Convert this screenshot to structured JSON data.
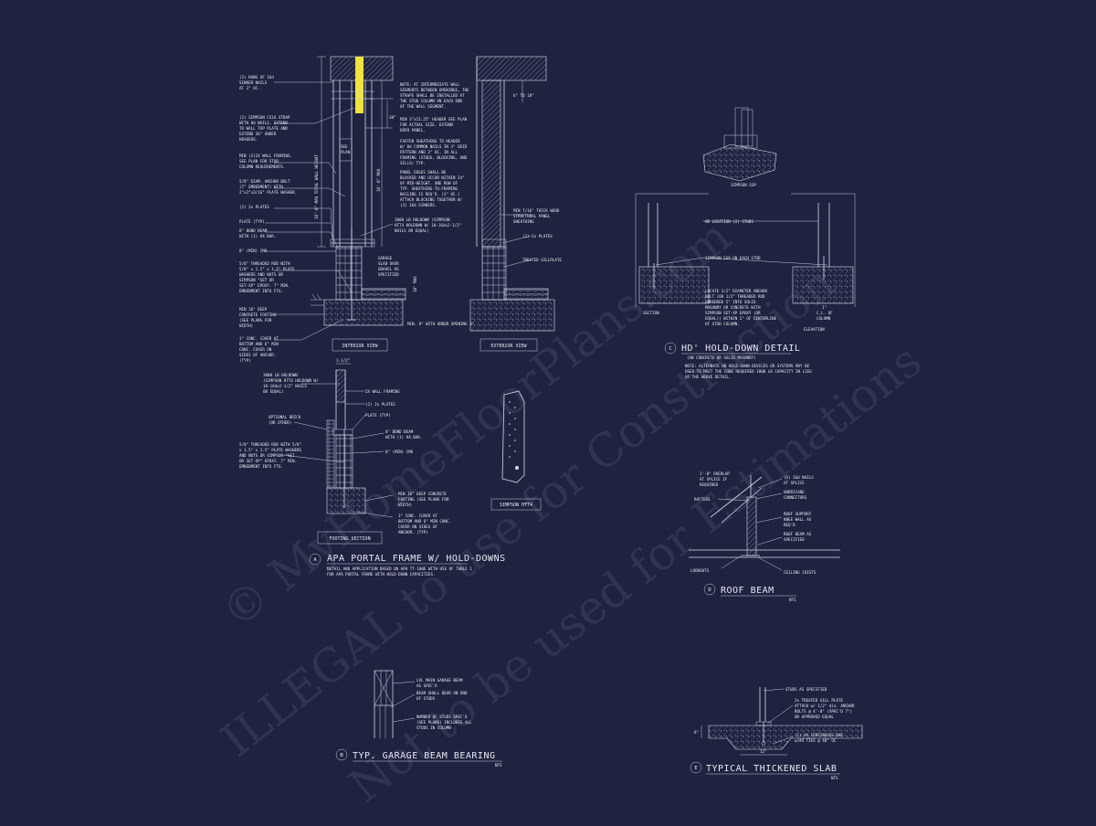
{
  "detail_a": {
    "interior_view": "INTERIOR VIEW",
    "exterior_view": "EXTERIOR VIEW",
    "footing_section": "FOOTING SECTION",
    "simpson_htt4": "SIMPSON HTT4",
    "letter": "A",
    "title": "APA PORTAL FRAME W/ HOLD-DOWNS",
    "note1": "DETAIL AND APPLICATION BASED ON APA TT-100E WITH USE OF TABLE 1",
    "note2": "FOR APA PORTAL FRAME WITH HOLD-DOWN CAPACITIES.",
    "left_notes": [
      "(2) ROWS OF 16d",
      "SINKER NAILS",
      "AT 3\" OC.",
      "(2) SIMPSON CS16 STRAP",
      "WITH 8d NAILS. EXTEND",
      "TO WALL TOP PLATE AND",
      "EXTEND 36\" UNDER",
      "HEADERS.",
      "MIN (2)2X WALL FRAMING.",
      "SEE PLAN FOR STUD",
      "COLUMN REQUIREMENTS.",
      "5/8\" DIAM. ANCHOR BOLT",
      "(7\" EMBEDMENT) WITH",
      "2\"x2\"x3/16\" PLATE WASHER.",
      "(2) 2x PLATES",
      "PLATE (TYP)",
      "8\" BOND BEAM",
      "WITH (1) #4 BAR.",
      "8\" (MIN) CMU",
      "5/8\" THREADED ROD WITH",
      "5/8\" x 1.5\" x 1.5\" PLATE",
      "WASHERS AND NUTS OR",
      "SIMPSON \"SET OR",
      "SET-XP\" EPOXY. 7\" MIN.",
      "EMBEDMENT INTO FTG.",
      "MIN 16\" DEEP",
      "CONCRETE FOOTING",
      "(SEE PLANS FOR",
      "WIDTH)",
      "3\" CONC. COVER AT",
      "BOTTOM AND 6\" MIN",
      "CONC. COVER ON",
      "SIDES OF ANCHOR.",
      "(TYP)"
    ],
    "mid_notes": [
      "NOTE: AT INTERMEDIATE WALL",
      "SEGMENTS BETWEEN OPENINGS, THE",
      "STRAPS SHALL BE INSTALLED AT",
      "THE STUD COLUMN ON EACH END",
      "OF THE WALL SEGMENT.",
      "MIN 3\"x11.25\" HEADER SEE PLAN",
      "FOR ACTUAL SIZE. EXTEND",
      "OVER PANEL.",
      "FASTEN SHEATHING TO HEADER",
      "W/ 8d COMMON NAILS IN 3\" GRID",
      "PATTERN AND 3\" OC. IN ALL",
      "FRAMING (STUDS, BLOCKING, AND",
      "SILLS) TYP.",
      "PANEL EDGES SHALL BE",
      "BLOCKED AND OCCUR WITHIN 24\"",
      "OF MID-HEIGHT. ONE ROW OF",
      "TYP. SHEATHING-TO-FRAMING",
      "NAILING IS REQ'D. (3\" OC.)",
      "ATTACH BLOCKING TOGETHER W/",
      "(3) 16d SINKERS.",
      "3800 LB HOLDOWN (SIMPSON",
      "HTT4 HOLDOWN W/ 18-16dx2-1/2\"",
      "NAILS OR EQUAL)"
    ],
    "garage_notes": [
      "GARAGE",
      "SLAB OVER",
      "GRAVEL AS",
      "SPECIFIED"
    ],
    "see_plan": [
      "SEE",
      "PLAN"
    ],
    "dim_max_height": "10'-0\" MAX TOTAL WALL HEIGHT",
    "dim_10max": "10'-0\" MAX",
    "dim_38": "38\"",
    "dim_18max": "18\" MAX",
    "min_width_opening": "MIN. 9\" WITH UNDER OPENING 3\"",
    "dim_6to18": "6\" TO 18\"",
    "right_notes": [
      "MIN 7/16\" THICK WOOD",
      "STRUCTURAL PANEL",
      "SHEATHING",
      "(2) 2x PLATES",
      "TREATED SILLPLATE"
    ],
    "footing_notes": [
      "3800 LB HOLDOWN",
      "(SIMPSON HTT4 HOLDOWN W/",
      "18-16dx2-1/2\" NAILS",
      "OR EQUAL)",
      "2X WALL FRAMING",
      "(2) 2x PLATES",
      "PLATE (TYP)",
      "OPTIONAL BRICK",
      "(OR OTHER)",
      "8\" BOND BEAM",
      "WITH (1) #4 BAR.",
      "8\" (MIN) CMU",
      "5/8\" THREADED ROD WITH 5/8\"",
      "x 1.5\" x 1.5\" PLATE WASHERS",
      "AND NUTS OR SIMPSON \"SET",
      "OR SET-XP\" EPOXY. 7\" MIN.",
      "EMBEDMENT INTO FTG.",
      "MIN 16\" DEEP CONCRETE",
      "FOOTING (SEE PLANS FOR",
      "WIDTH)",
      "3\" CONC. COVER AT",
      "BOTTOM AND 6\" MIN CONC.",
      "COVER ON SIDES OF",
      "ANCHOR. (TYP)"
    ],
    "dim_1_5": "1-1/2\""
  },
  "detail_b": {
    "letter": "B",
    "title": "TYP. GARAGE BEAM BEARING",
    "scale": "NTS",
    "notes": [
      "LVL MAIN GARAGE BEAM",
      "AS SPEC'D",
      "BEAM SHALL BEAR ON END",
      "OF STUDS",
      "NUMBER OF STUDS SPEC'D",
      "(SEE PLANS) INCLUDES ALL",
      "STUDS IN COLUMN"
    ]
  },
  "detail_c": {
    "letter": "C",
    "title": "HD' HOLD-DOWN DETAIL",
    "subtitle": "(ON CONCRETE OR SOLID MASONRY)",
    "note1": "NOTE: ALTERNATE HD HOLD-DOWN DEVICES OR SYSTEMS MAY BE",
    "note2": "USED TO MEET THE CODE REQUIRED 1800 LB CAPACITY IN LIEU",
    "note3": "OF THE ABOVE DETAIL.",
    "simpson_ssp": "SIMPSON SSP",
    "section": "SECTION",
    "elevation": "ELEVATION",
    "hd_location": "HD LOCATION (2) STUDS",
    "ssp_each_stud": "SIMPSON SSP ON EACH STUD",
    "locate_notes": [
      "LOCATE 1/2\" DIAMETER ANCHOR",
      "BOLT (OR 1/2\" THREADED ROD",
      "EMBEDDED 5\" INTO SOLID",
      "MASONRY OR CONCRETE WITH",
      "SIMPSON SET-XP EPOXY (OR",
      "EQUAL)) WITHIN 2\" OF CENTERLINE",
      "OF STUD COLUMN."
    ],
    "cl_notes": [
      "1\"",
      "C.L. OF",
      "COLUMN"
    ]
  },
  "detail_d": {
    "letter": "D",
    "title": "ROOF BEAM",
    "scale": "NTS",
    "overlap_notes": [
      "1'-0\" OVERLAP",
      "AT SPLICE IF",
      "REQUIRED"
    ],
    "rafters": "RAFTERS",
    "right_notes": [
      "(6) 16d NAILS",
      "AT SPLICE",
      "HURRICANE",
      "CONNECTORS",
      "ROOF SUPPORT",
      "KNEE WALL AS",
      "REQ'D",
      "ROOF BEAM AS",
      "SPECIFIED"
    ],
    "lookouts": "LOOKOUTS",
    "ceiling_joists": "CEILING JOISTS"
  },
  "detail_e": {
    "letter": "E",
    "title": "TYPICAL THICKENED SLAB",
    "scale": "NTS",
    "notes": [
      "STUDS AS SPECIFIED",
      "2x TREATED SILL PLATE",
      "ATTACH w/ 1/2\" dia. ANCHOR",
      "BOLTS @ 4'-0\" (SPEC'D 7\")",
      "OR APPROVED EQUAL",
      "(1) #4 CONTINUOUS BAR",
      "w/#4 TIES @ 48\" OC."
    ],
    "dim_12": "12\"",
    "dim_8": "8\""
  },
  "watermark": {
    "line1": "© MyHomeFloorPlans.com",
    "line2": "ILLEGAL to use for Construction",
    "line3": "Not to be used for Estimations"
  }
}
